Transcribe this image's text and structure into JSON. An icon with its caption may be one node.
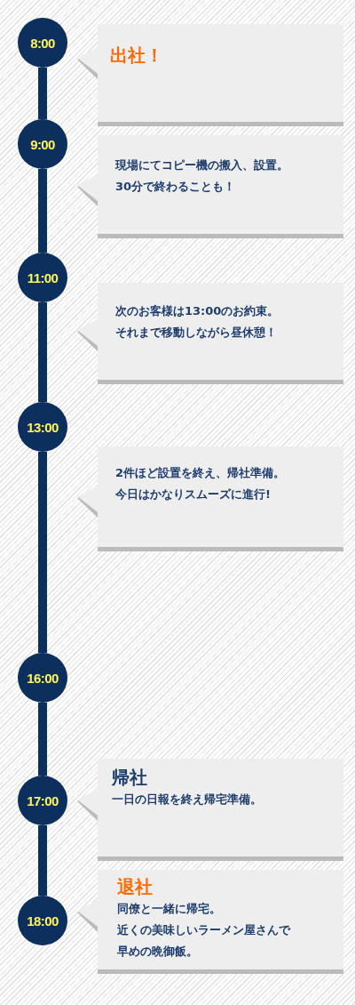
{
  "diagram": {
    "nodes": [
      {
        "text": [
          "8:00"
        ]
      },
      {
        "text": [
          "出社！"
        ]
      },
      {
        "text": [
          "9:00"
        ]
      },
      {
        "text": [
          "現場にてコピー機の搬入、設置。30分で終わることも！"
        ]
      },
      {
        "text": [
          "11:00"
        ]
      },
      {
        "text": [
          "次のお客様は13:00のお約束。それまで移動しながら昼休憩！"
        ]
      },
      {
        "text": [
          "13:00"
        ]
      },
      {
        "text": [
          "2件ほど設置を終え、帰社準備。今日はかなりスムーズに進行!"
        ]
      },
      {
        "text": [
          "16:00"
        ]
      },
      {
        "text": [
          "17:00"
        ]
      },
      {
        "text": [
          "帰社",
          "一日の日報を終え帰宅準備。"
        ]
      },
      {
        "text": [
          "18:00"
        ]
      },
      {
        "text": [
          "退社",
          "同僚と一緒に帰宅。近くの美味しいラーメン屋さんで早めの晩御飯。"
        ]
      }
    ],
    "edges": [
      {
        "from": 0,
        "to": 2,
        "arrow": "none"
      },
      {
        "from": 2,
        "to": 4,
        "arrow": "none"
      },
      {
        "from": 4,
        "to": 6,
        "arrow": "none"
      },
      {
        "from": 6,
        "to": 8,
        "arrow": "none"
      },
      {
        "from": 8,
        "to": 9,
        "arrow": "none"
      },
      {
        "from": 9,
        "to": 11,
        "arrow": "none"
      }
    ]
  }
}
